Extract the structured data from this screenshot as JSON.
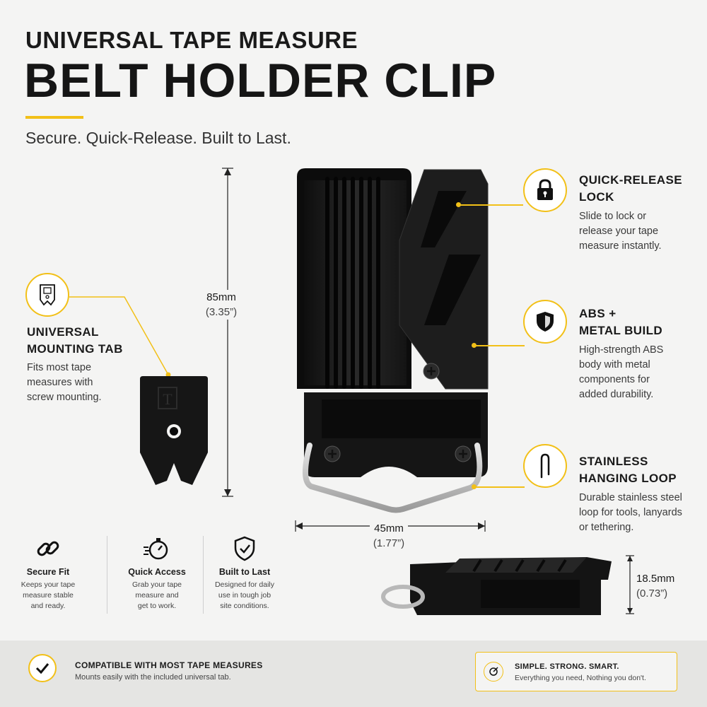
{
  "header": {
    "subtitle": "UNIVERSAL TAPE MEASURE",
    "title": "BELT HOLDER CLIP",
    "tagline": "Secure. Quick-Release. Built to Last."
  },
  "features": [
    {
      "icon": "lock-icon",
      "title": "QUICK-RELEASE",
      "title2": "LOCK",
      "desc": [
        "Slide to lock or",
        "release your tape",
        "measure instantly."
      ]
    },
    {
      "icon": "shield-icon",
      "title": "ABS +",
      "title2": "METAL BUILD",
      "desc": [
        "High-strength ABS",
        "body with metal",
        "components for",
        "added durability."
      ]
    },
    {
      "icon": "hanging-loop-icon",
      "title": "STAINLESS",
      "title2": "HANGING LOOP",
      "desc": [
        "Durable stainless steel",
        "loop for tools, lanyards",
        "or tethering."
      ]
    }
  ],
  "mounting_tab": {
    "icon": "mounting-tab-icon",
    "title": "UNIVERSAL",
    "title2": "MOUNTING TAB",
    "desc": [
      "Fits most tape",
      "measures with",
      "screw mounting."
    ],
    "letter": "T"
  },
  "dimensions": {
    "height": {
      "value": "85mm",
      "imperial": "(3.35”)"
    },
    "width": {
      "value": "45mm",
      "imperial": "(1.77”)"
    },
    "depth": {
      "value": "18.5mm",
      "imperial": "(0.73”)"
    }
  },
  "mini_features": [
    {
      "icon": "chain-link-icon",
      "title": "Secure Fit",
      "desc": [
        "Keeps your tape",
        "measure stable",
        "and ready."
      ]
    },
    {
      "icon": "stopwatch-icon",
      "title": "Quick Access",
      "desc": [
        "Grab your tape",
        "measure and",
        "get to work."
      ]
    },
    {
      "icon": "shield-check-icon",
      "title": "Built to Last",
      "desc": [
        "Designed for daily",
        "use in tough job",
        "site conditions."
      ]
    }
  ],
  "footer": {
    "left_title": "COMPATIBLE WITH MOST TAPE MEASURES",
    "left_desc": "Mounts easily with the included universal tab.",
    "right_title": "SIMPLE. STRONG. SMART.",
    "right_desc": "Everything you need, Nothing you don't."
  },
  "colors": {
    "accent": "#f2c018",
    "dark": "#1a1a1a",
    "background": "#f4f4f3"
  }
}
